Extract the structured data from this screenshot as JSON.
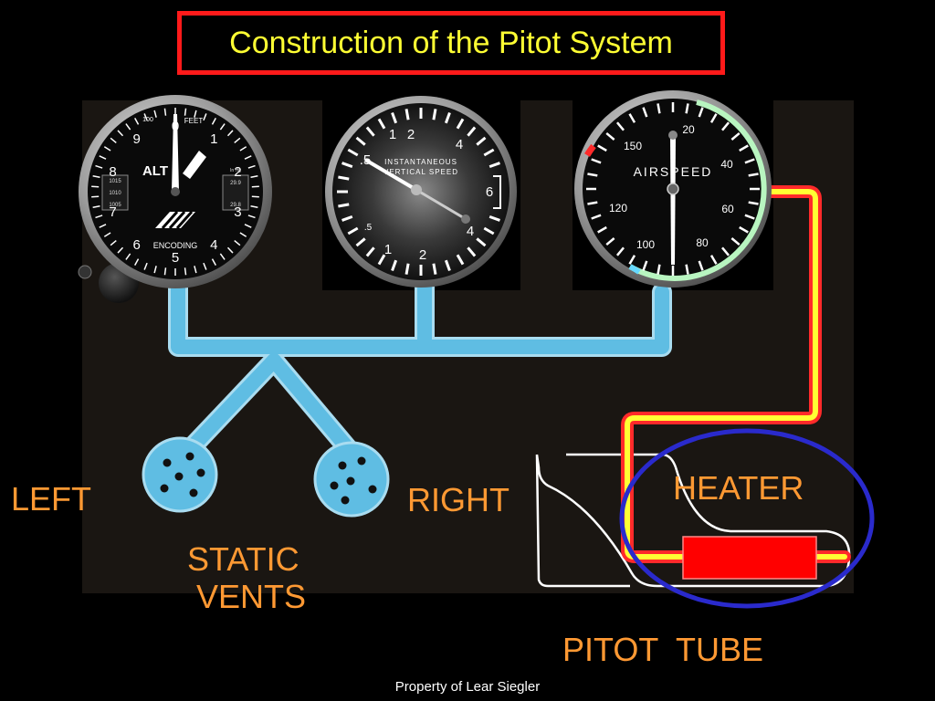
{
  "title": "Construction of the Pitot System",
  "labels": {
    "left": "LEFT",
    "right": "RIGHT",
    "static_vents": "STATIC\n VENTS",
    "heater": "HEATER",
    "pitot_tube": "PITOT  TUBE"
  },
  "instruments": {
    "altimeter": {
      "face_label": "ALT",
      "feet_label": "FEET",
      "hundred_label": "100",
      "encoding_label": "ENCODING",
      "dial_numbers": [
        "0",
        "1",
        "2",
        "3",
        "4",
        "5",
        "6",
        "7",
        "8",
        "9"
      ],
      "kollsman_values": [
        "1015",
        "1010",
        "1005"
      ],
      "inhg_label": "In Hg",
      "inhg_values": [
        "29.9",
        "29.8"
      ]
    },
    "vsi": {
      "face_line1": "INSTANTANEOUS",
      "face_line2": "VERTICAL SPEED",
      "upper_numbers": [
        ".5",
        "1",
        "2",
        "4"
      ],
      "right_number": "6",
      "lower_numbers": [
        ".5",
        "1",
        "2",
        "4"
      ]
    },
    "airspeed": {
      "face_label": "AIRSPEED",
      "numbers": [
        "20",
        "40",
        "60",
        "80",
        "100",
        "120",
        "150"
      ]
    }
  },
  "footer": "Property of Lear Siegler",
  "colors": {
    "title_text": "#ffff33",
    "title_border": "#ff1a1a",
    "labels": "#ff9933",
    "static_line": "#66c2e6",
    "pitot_line_outer": "#ff2a2a",
    "pitot_line_inner": "#ffff33",
    "heater_element": "#ff0000",
    "heater_circle": "#2a2acc",
    "panel": "#1a1612"
  }
}
